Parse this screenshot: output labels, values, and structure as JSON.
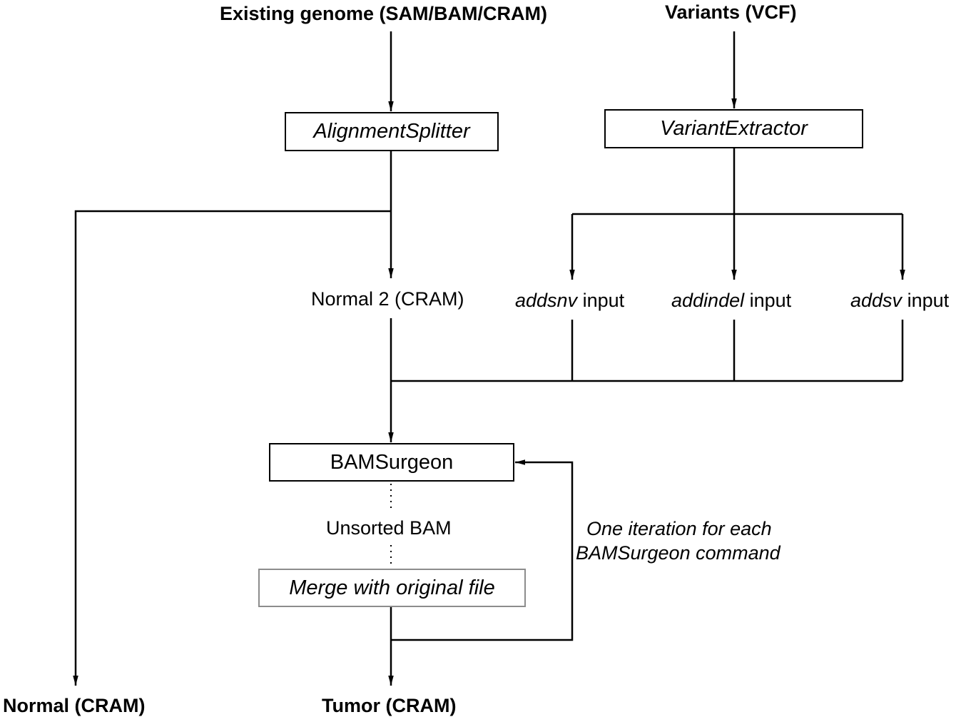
{
  "inputs": {
    "genome": "Existing genome (SAM/BAM/CRAM)",
    "variants": "Variants (VCF)"
  },
  "processes": {
    "alignment_splitter": "AlignmentSplitter",
    "variant_extractor": "VariantExtractor",
    "bamsurgeon": "BAMSurgeon",
    "merge": "Merge with original file"
  },
  "intermediates": {
    "normal2": "Normal 2 (CRAM)",
    "addsnv_tool": "addsnv",
    "addindel_tool": "addindel",
    "addsv_tool": "addsv",
    "input_suffix": " input",
    "unsorted_bam": "Unsorted BAM"
  },
  "loop_note": {
    "line1": "One iteration for each",
    "line2": "BAMSurgeon command"
  },
  "outputs": {
    "normal": "Normal (CRAM)",
    "tumor": "Tumor (CRAM)"
  }
}
